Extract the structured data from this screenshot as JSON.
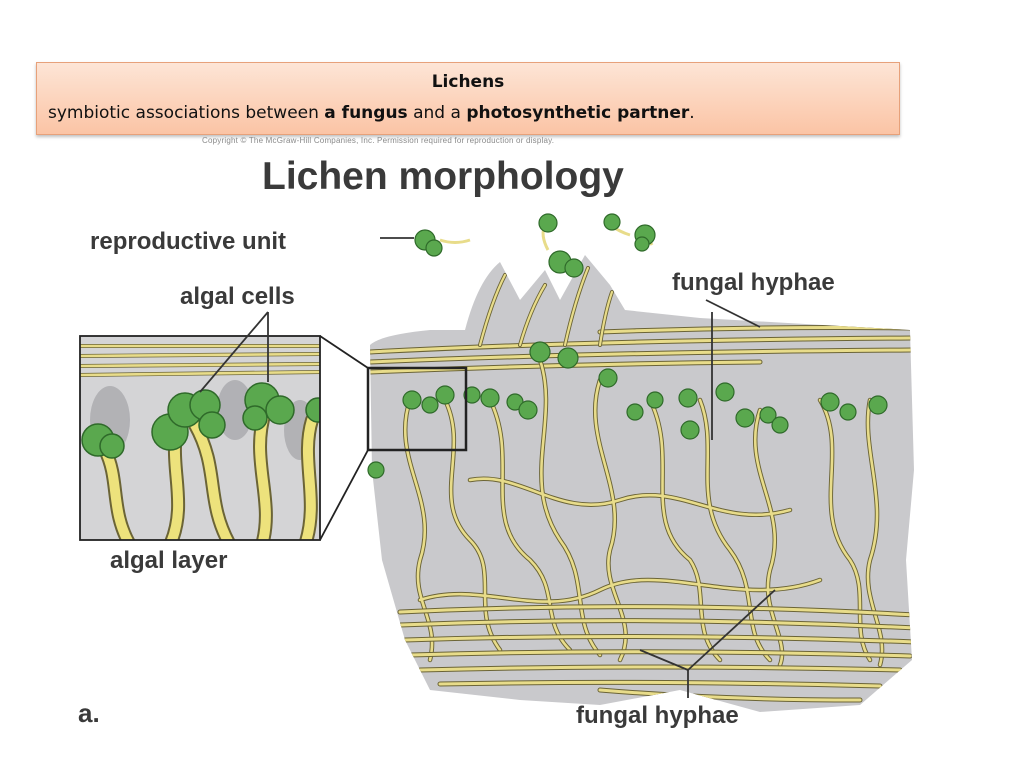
{
  "header": {
    "title": "Lichens",
    "subtitle_plain1": "symbiotic associations between ",
    "subtitle_bold1": "a fungus",
    "subtitle_plain2": " and a ",
    "subtitle_bold2": "photosynthetic partner",
    "subtitle_end": "."
  },
  "figure": {
    "copyright": "Copyright © The McGraw-Hill Companies, Inc. Permission required for reproduction or display.",
    "heading": "Lichen morphology",
    "labels": {
      "reproductive_unit": "reproductive unit",
      "algal_cells": "algal cells",
      "fungal_hyphae_top": "fungal hyphae",
      "algal_layer": "algal layer",
      "fungal_hyphae_bottom": "fungal hyphae",
      "panel": "a."
    },
    "colors": {
      "hyphae": "#e8dc8a",
      "algae": "#5aa84e",
      "matrix": "#c9c9cc",
      "outline": "#6b6436"
    }
  }
}
